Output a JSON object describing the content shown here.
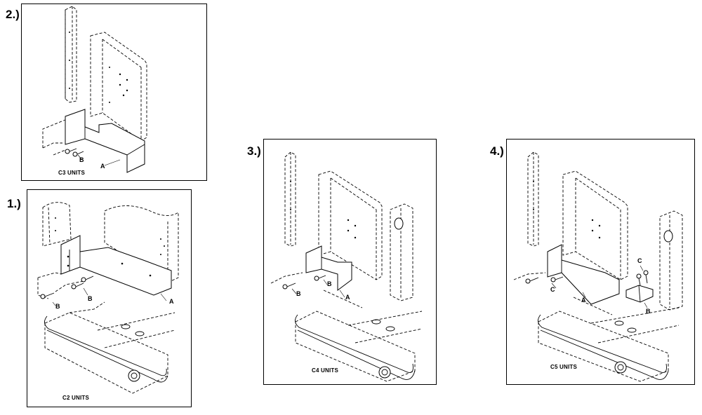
{
  "steps": [
    {
      "number": "2.)",
      "caption": "C3 UNITS",
      "callouts": {
        "a": "A",
        "b": "B"
      }
    },
    {
      "number": "1.)",
      "caption": "C2 UNITS",
      "callouts": {
        "a": "A",
        "b": "B",
        "b2": "B"
      }
    },
    {
      "number": "3.)",
      "caption": "C4 UNITS",
      "callouts": {
        "a": "A",
        "b": "B",
        "b2": "B"
      }
    },
    {
      "number": "4.)",
      "caption": "C5 UNITS",
      "callouts": {
        "a": "A",
        "b": "B",
        "c": "C",
        "c2": "C"
      }
    }
  ]
}
